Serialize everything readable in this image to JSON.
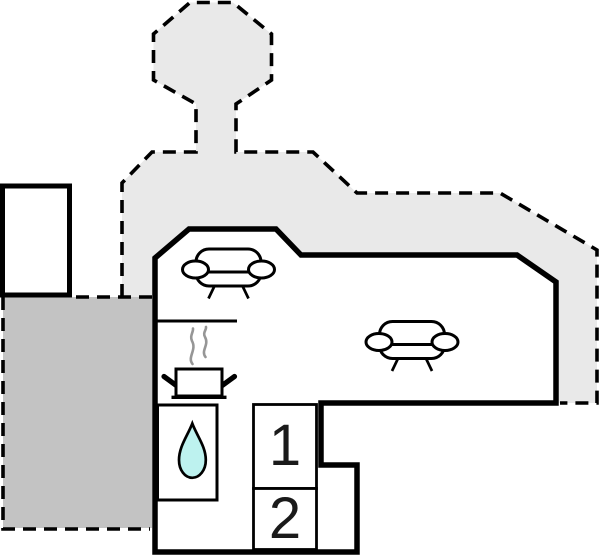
{
  "plan": {
    "type": "floor-plan",
    "labels": {
      "room1": "1",
      "room2": "2"
    },
    "icons": {
      "sofa": "sofa-icon",
      "stove_pot": "stove-pot-icon",
      "steam": "steam-icon",
      "water_drop": "water-drop-icon"
    },
    "colors": {
      "patio_light_gray": "#e9e9e9",
      "terrace_dark_gray": "#c3c3c3",
      "water_drop_fill": "#bdf2ef",
      "steam_gray": "#969696",
      "wall_black": "#000000",
      "background": "#ffffff"
    }
  }
}
